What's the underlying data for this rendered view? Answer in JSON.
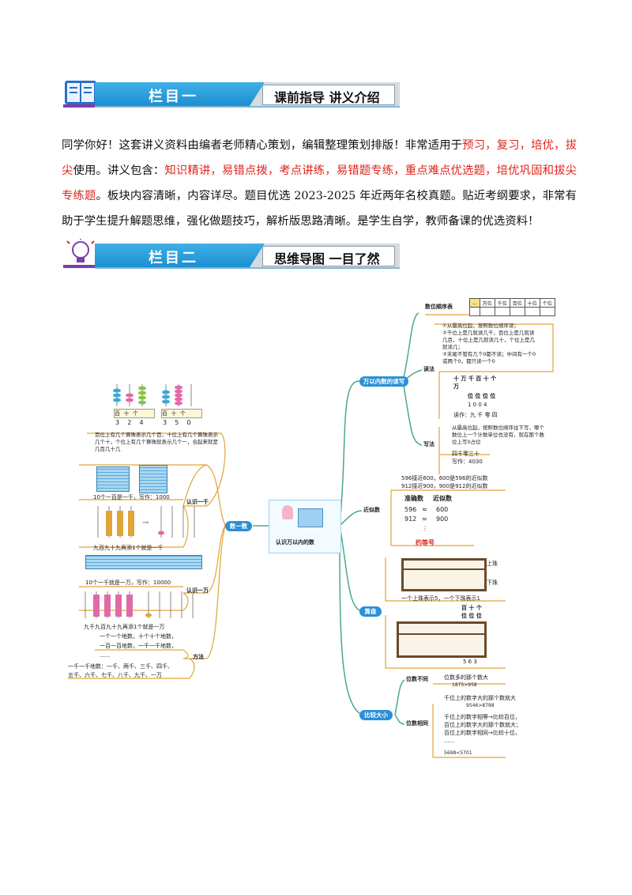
{
  "banner1": {
    "badge": "栏目一",
    "title": "课前指导 讲义介绍",
    "icon": "book-icon"
  },
  "intro": {
    "p1": "同学你好！这套讲义资料由编者老师精心策划，编辑整理策划排版！非常适用于",
    "r1": "预习，复习，培优，拔尖",
    "p2": "使用。讲义包含：",
    "r2": "知识精讲，易错点拨，考点讲练，易错题专练，重点难点优选题，培优巩固和拔尖专练题",
    "p3": "。板块内容清晰，内容详尽。题目优选 2023-2025 年近两年名校真题。贴近考纲要求，非常有助于学生提升解题思维，强化做题技巧，解析版思路清晰。是学生自学，教师备课的优选资料！"
  },
  "banner2": {
    "badge": "栏目二",
    "title": "思维导图 一目了然",
    "icon": "lightbulb-icon"
  },
  "colors": {
    "accent": "#1c8fd1",
    "highlight": "#e0241d",
    "node": "#2a8fd6"
  },
  "mindmap": {
    "center": "认识万以内的数",
    "left": {
      "node": "数一数",
      "abacus_top_left_labels": [
        "百",
        "十",
        "个"
      ],
      "abacus_top_left_digits": [
        "3",
        "2",
        "4"
      ],
      "abacus_top_right_labels": [
        "百",
        "十",
        "个"
      ],
      "abacus_top_right_digits": [
        "3",
        "5",
        "0"
      ],
      "note_top": "百位上有几个算珠表示几个百，十位上有几个算珠表示几个十，个位上有几个算珠就表示几个一，合起来就是几百几十几",
      "b1": "认识一千",
      "b1_t1": "10个一百是一千，写作：1000",
      "b1_t2": "九百九十九再添1个就是一千",
      "b2": "认识一万",
      "b2_t1": "10个一千就是一万，写作：10000",
      "b2_t2": "九千九百九十九再添1个就是一万",
      "b3": "方法",
      "b3_t1": "一个一个地数，十个十个地数，",
      "b3_t2": "一百一百地数，一千一千地数，",
      "b3_t3": "......",
      "b3_t4": "一千一千地数：一千、两千、三千、四千、",
      "b3_t5": "五千、六千、七千、八千、九千、一万"
    },
    "right1": {
      "node": "万以内数的读写",
      "b1": "数位顺序表",
      "table": [
        "...",
        "万位",
        "千位",
        "百位",
        "十位",
        "个位"
      ],
      "b2": "读法",
      "read1": "①从最高位起，按照数位顺序读；",
      "read2": "②千位上是几就读几千，百位上是几就读",
      "read3": "几百，十位上是几就读几十，个位上是几",
      "read4": "就读几；",
      "read5": "③末尾不管有几个0都不读；中间有一个0",
      "read6": "或两个0，都只读一个0",
      "head": "十 万 千 百 十 个",
      "head2": "万",
      "head3": "位 位 位 位",
      "digits": "1  0  0  4",
      "read_as": "读作：九 千 零 四",
      "b3": "写法",
      "write1": "从最高位起，按照数位顺序往下写，哪个",
      "write2": "数位上一个计数单位也没有，就在那个数",
      "write3": "位上写0占位",
      "write4": "四千零三十",
      "write5": "写作：4030"
    },
    "right2": {
      "node": "近似数",
      "t1": "596接近600，600是596的近似数",
      "t2": "912接近900，900是912的近似数",
      "col1": "准确数",
      "col2": "近似数",
      "r1a": "596",
      "r1b": "600",
      "r2a": "912",
      "r2b": "900",
      "approx": "≈",
      "dots": "⋮",
      "sign": "约等号"
    },
    "right3": {
      "node": "算盘",
      "top_label": "上珠",
      "bottom_label": "下珠",
      "desc": "一个上珠表示5，一个下珠表示1",
      "place1": "百 十 个",
      "place2": "位 位 位",
      "number": "5  6  3"
    },
    "right4": {
      "node": "比较大小",
      "b1": "位数不同",
      "b1_t1": "位数多的那个数大",
      "b1_t2": "1875>958",
      "b2": "位数相同",
      "b2_t1": "千位上的数字大的那个数就大",
      "b2_t2": "9546>8798",
      "b2_t3": "千位上的数字相等→比较百位，",
      "b2_t4": "百位上的数字大的那个数就大；",
      "b2_t5": "百位上的数字相同→比较十位，",
      "b2_t6": "......",
      "b2_t7": "5698<5701"
    }
  }
}
